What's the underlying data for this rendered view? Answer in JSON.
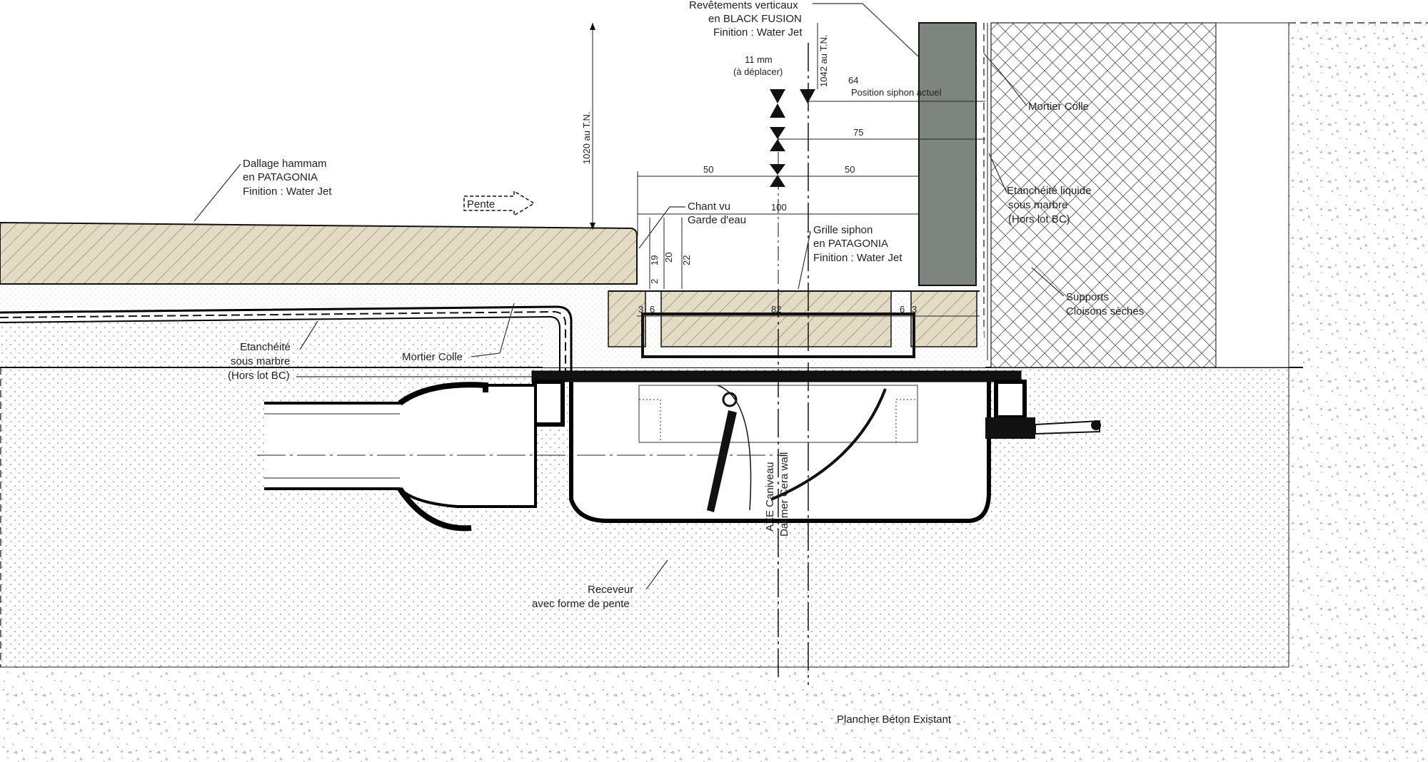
{
  "labels": {
    "revetements": [
      "Revêtements verticaux",
      "en BLACK FUSION",
      "Finition : Water Jet"
    ],
    "dallage": [
      "Dallage hammam",
      "en PATAGONIA",
      "Finition : Water Jet"
    ],
    "pente": "Pente",
    "chant": [
      "Chant vu",
      "Garde d'eau"
    ],
    "grille": [
      "Grille siphon",
      "en PATAGONIA",
      "Finition : Water Jet"
    ],
    "mortier_colle_right": "Mortier Colle",
    "etancheite_liquide": [
      "Etanchéité liquide",
      "sous marbre",
      "(Hors lot BC)"
    ],
    "supports": [
      "Supports",
      "Cloisons sèches"
    ],
    "etancheite_left": [
      "Etanchéité",
      "sous marbre",
      "(Hors lot BC)"
    ],
    "mortier_colle_left": "Mortier Colle",
    "axe_caniveau": [
      "AXE Caniveau",
      "Dallmer Cera wall"
    ],
    "receveur": [
      "Receveur",
      "avec forme de pente"
    ],
    "plancher": "Plancher Béton Existant",
    "position_siphon": "Position siphon actuel",
    "note_11mm": [
      "11 mm",
      "(à déplacer)"
    ],
    "tn_1020": "1020 au T.N.",
    "tn_1042": "1042 au T.N."
  },
  "dimensions": {
    "d64": "64",
    "d75": "75",
    "d50a": "50",
    "d50b": "50",
    "d100": "100",
    "d2": "2",
    "d19": "19",
    "d20": "20",
    "d22": "22",
    "d3a": "3",
    "d6a": "6",
    "d82": "82",
    "d6b": "6",
    "d3b": "3"
  },
  "colors": {
    "stone": "#e3dbc4",
    "dark_wall": "#7e847e",
    "hatch": "#333333"
  }
}
